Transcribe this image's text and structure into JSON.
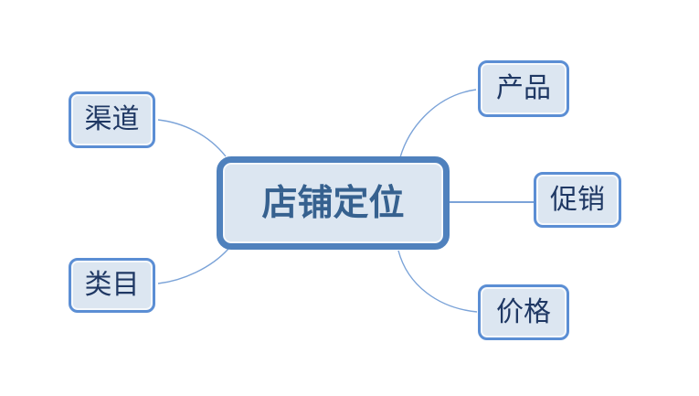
{
  "diagram": {
    "type": "mindmap",
    "center": {
      "id": "store-positioning",
      "label": "店铺定位"
    },
    "branches": [
      {
        "id": "channel",
        "label": "渠道",
        "side": "left"
      },
      {
        "id": "category",
        "label": "类目",
        "side": "left"
      },
      {
        "id": "product",
        "label": "产品",
        "side": "right"
      },
      {
        "id": "promotion",
        "label": "促销",
        "side": "right"
      },
      {
        "id": "price",
        "label": "价格",
        "side": "right"
      }
    ],
    "edges": [
      {
        "from": "store-positioning",
        "to": "channel"
      },
      {
        "from": "store-positioning",
        "to": "category"
      },
      {
        "from": "store-positioning",
        "to": "product"
      },
      {
        "from": "store-positioning",
        "to": "promotion"
      },
      {
        "from": "store-positioning",
        "to": "price"
      }
    ],
    "colors": {
      "canvas_background": "#ffffff",
      "center_border": "#4f81bd",
      "branch_border": "#5b8ed4",
      "node_fill": "#dce6f1",
      "center_text": "#36618f",
      "branch_text": "#1f3864",
      "connector": "#7ba3d8"
    }
  }
}
